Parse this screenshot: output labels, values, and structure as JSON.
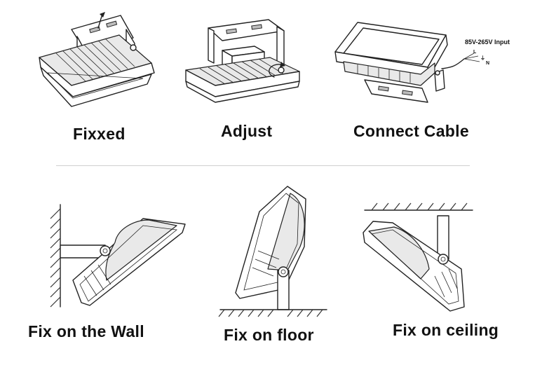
{
  "steps": [
    {
      "label": "Fixxed"
    },
    {
      "label": "Adjust"
    },
    {
      "label": "Connect Cable",
      "note": "85V-265V Input",
      "wire_labels": [
        "L",
        "⏚",
        "N"
      ]
    }
  ],
  "mounting": [
    {
      "label": "Fix on the Wall"
    },
    {
      "label": "Fix on floor"
    },
    {
      "label": "Fix on ceiling"
    }
  ]
}
